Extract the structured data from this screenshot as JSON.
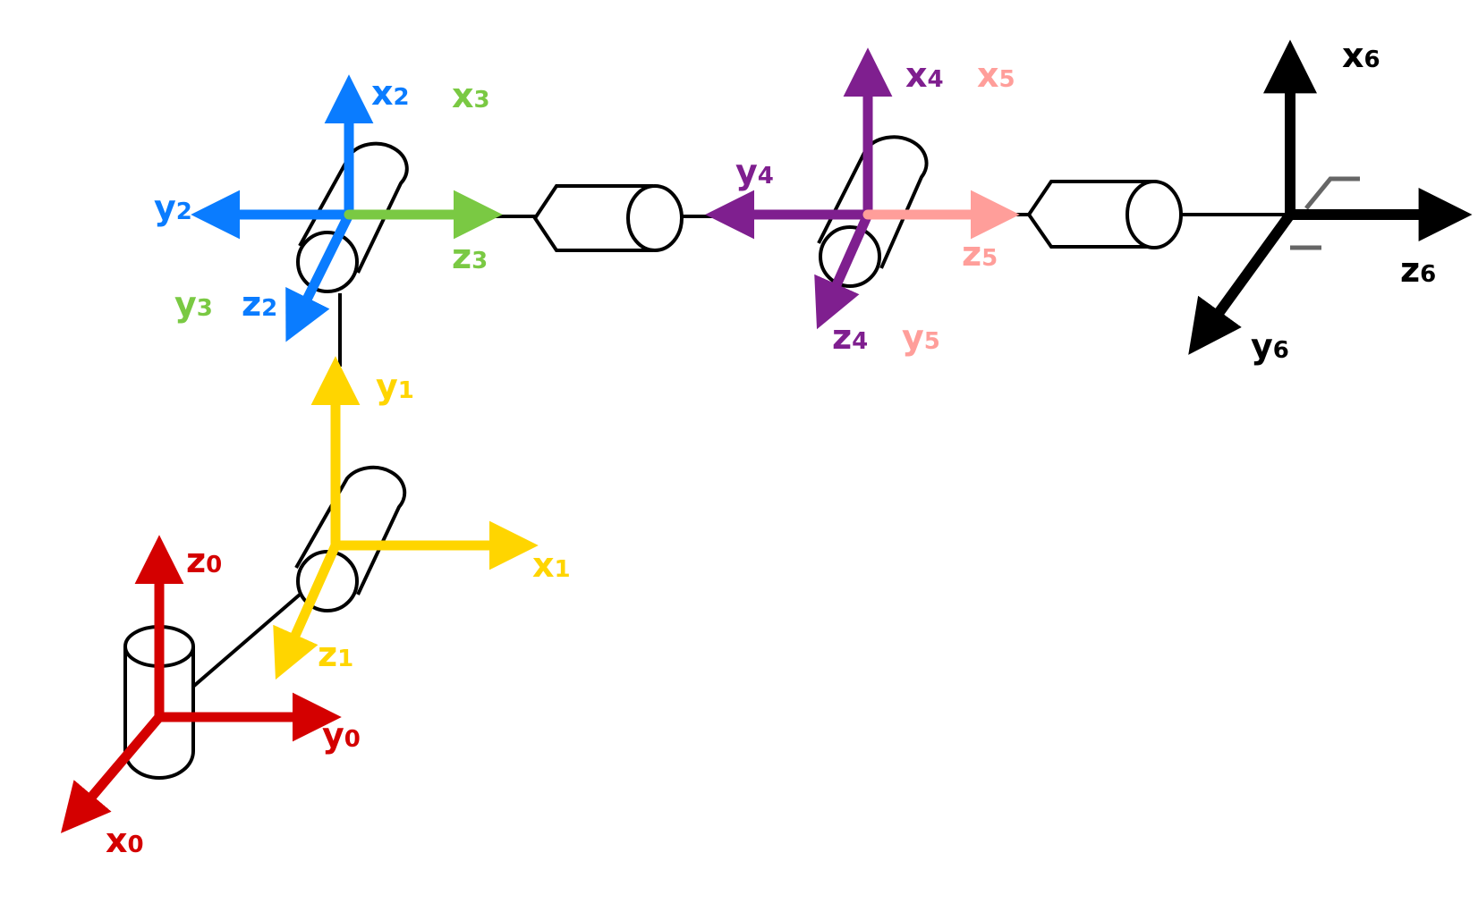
{
  "colors": {
    "frame0": "#d40000",
    "frame1": "#ffd500",
    "frame2": "#0a7cff",
    "frame3": "#7ac943",
    "frame4": "#7f1f8f",
    "frame5": "#ff9e9a",
    "frame6": "#000000",
    "links": "#000000",
    "gripper": "#666666"
  },
  "frames": {
    "f0": {
      "x": {
        "base": "x",
        "sub": "0"
      },
      "y": {
        "base": "y",
        "sub": "0"
      },
      "z": {
        "base": "z",
        "sub": "0"
      }
    },
    "f1": {
      "x": {
        "base": "x",
        "sub": "1"
      },
      "y": {
        "base": "y",
        "sub": "1"
      },
      "z": {
        "base": "z",
        "sub": "1"
      }
    },
    "f2": {
      "x": {
        "base": "x",
        "sub": "2"
      },
      "y": {
        "base": "y",
        "sub": "2"
      },
      "z": {
        "base": "z",
        "sub": "2"
      }
    },
    "f3": {
      "x": {
        "base": "x",
        "sub": "3"
      },
      "y": {
        "base": "y",
        "sub": "3"
      },
      "z": {
        "base": "z",
        "sub": "3"
      }
    },
    "f4": {
      "x": {
        "base": "x",
        "sub": "4"
      },
      "y": {
        "base": "y",
        "sub": "4"
      },
      "z": {
        "base": "z",
        "sub": "4"
      }
    },
    "f5": {
      "x": {
        "base": "x",
        "sub": "5"
      },
      "y": {
        "base": "y",
        "sub": "5"
      },
      "z": {
        "base": "z",
        "sub": "5"
      }
    },
    "f6": {
      "x": {
        "base": "x",
        "sub": "6"
      },
      "y": {
        "base": "y",
        "sub": "6"
      },
      "z": {
        "base": "z",
        "sub": "6"
      }
    }
  }
}
